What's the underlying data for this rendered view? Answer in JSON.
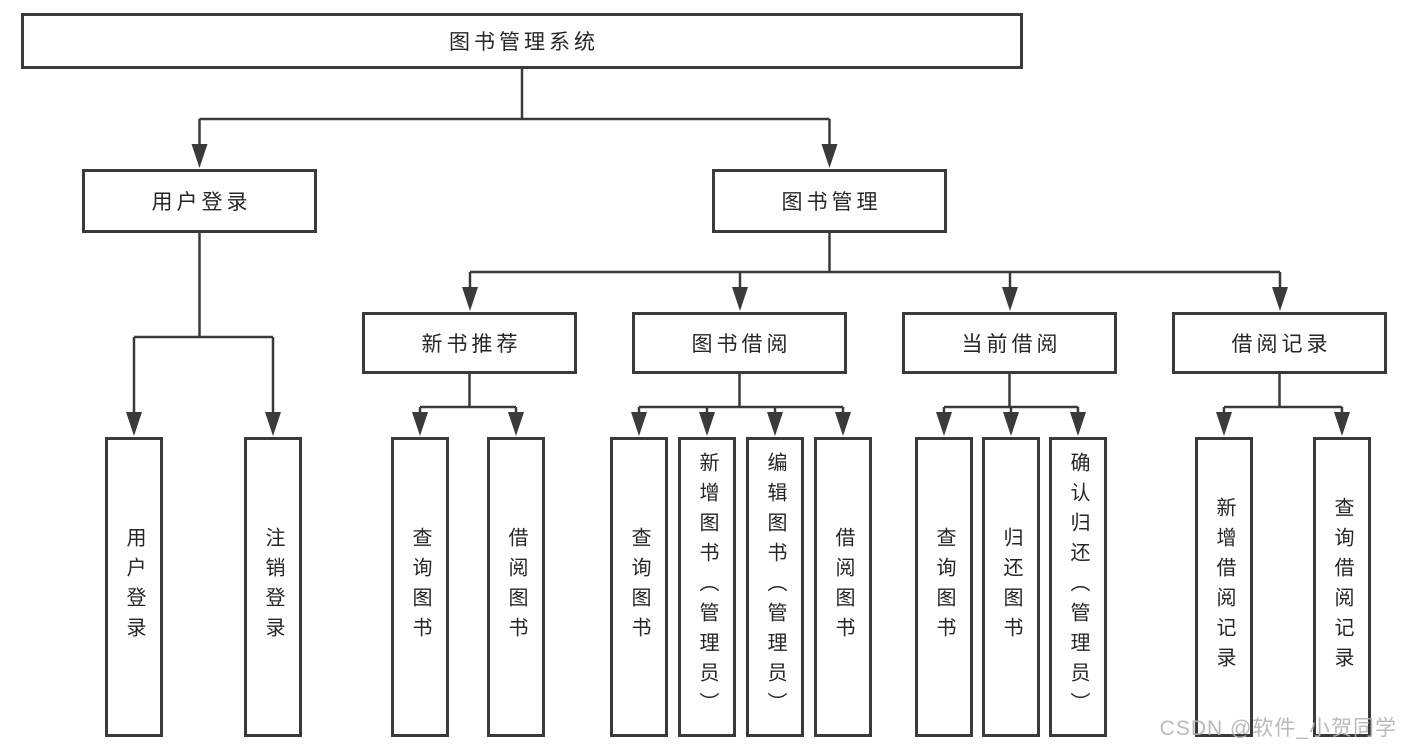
{
  "tree": {
    "root": "图书管理系统",
    "children": [
      {
        "label": "用户登录",
        "children": [
          {
            "label": "用户登录"
          },
          {
            "label": "注销登录"
          }
        ]
      },
      {
        "label": "图书管理",
        "children": [
          {
            "label": "新书推荐",
            "children": [
              {
                "label": "查询图书"
              },
              {
                "label": "借阅图书"
              }
            ]
          },
          {
            "label": "图书借阅",
            "children": [
              {
                "label": "查询图书"
              },
              {
                "label": "新增图书（管理员）"
              },
              {
                "label": "编辑图书（管理员）"
              },
              {
                "label": "借阅图书"
              }
            ]
          },
          {
            "label": "当前借阅",
            "children": [
              {
                "label": "查询图书"
              },
              {
                "label": "归还图书"
              },
              {
                "label": "确认归还（管理员）"
              }
            ]
          },
          {
            "label": "借阅记录",
            "children": [
              {
                "label": "新增借阅记录"
              },
              {
                "label": "查询借阅记录"
              }
            ]
          }
        ]
      }
    ]
  },
  "watermark": {
    "text": "CSDN @软件_小贺同学"
  },
  "colors": {
    "line": "#3a3a3a",
    "text": "#262626",
    "watermark": "#b3b3b3",
    "background": "#ffffff"
  }
}
